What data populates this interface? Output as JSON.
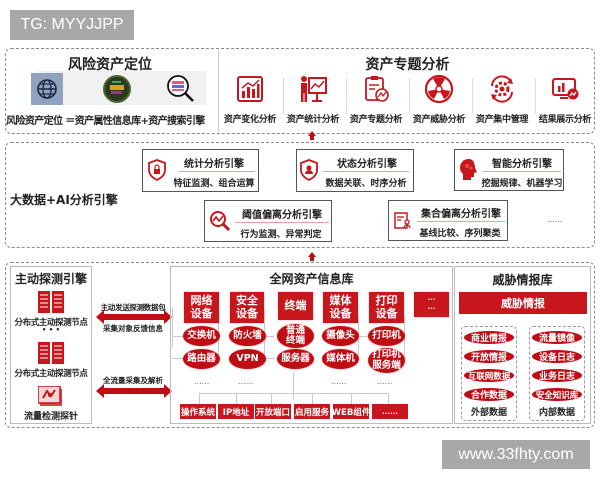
{
  "watermarks": {
    "top_left": "TG: MYYJJPP",
    "bottom_right": "www.33fhty.com"
  },
  "risk_location": {
    "title": "风险资产定位",
    "icons": [
      "globe-icon",
      "data-sphere-icon",
      "magnifier-list-icon"
    ],
    "formula": "风险资产定位 ＝资产属性信息库+资产搜索引擎"
  },
  "topic_analysis": {
    "title": "资产专题分析",
    "items": [
      {
        "label": "资产变化分析",
        "icon": "bar-chart-icon"
      },
      {
        "label": "资产统计分析",
        "icon": "presenter-chart-icon"
      },
      {
        "label": "资产专题分析",
        "icon": "clipboard-chart-icon"
      },
      {
        "label": "资产威胁分析",
        "icon": "hazard-icon"
      },
      {
        "label": "资产集中管理",
        "icon": "gear-cycle-icon"
      },
      {
        "label": "结果展示分析",
        "icon": "monitor-chart-icon"
      }
    ]
  },
  "ai_engine": {
    "title": "大数据+AI分析引擎",
    "engines": [
      {
        "title": "统计分析引擎",
        "sub": "特征监测、组合运算",
        "icon": "shield-lock-icon"
      },
      {
        "title": "状态分析引擎",
        "sub": "数据关联、时序分析",
        "icon": "shield-user-icon"
      },
      {
        "title": "智能分析引擎",
        "sub": "挖掘规律、机器学习",
        "icon": "brain-head-icon"
      },
      {
        "title": "阈值偏离分析引擎",
        "sub": "行为监测、异常判定",
        "icon": "magnifier-trend-icon"
      },
      {
        "title": "集合偏离分析引擎",
        "sub": "基线比较、序列聚类",
        "icon": "form-user-icon"
      }
    ],
    "more": "......"
  },
  "active_probe": {
    "title": "主动探测引擎",
    "nodes": [
      "分布式主动探测节点",
      "分布式主动探测节点"
    ],
    "ellipsis": "• • •",
    "probe": "流量检测探针",
    "arrows": {
      "top_label_1": "主动发送探测数据包",
      "top_label_2": "采集对象反馈信息",
      "bottom_label": "全流量采集及解析"
    }
  },
  "asset_library": {
    "title": "全网资产信息库",
    "categories": [
      {
        "label": "网络\n设备",
        "items": [
          "交换机",
          "路由器"
        ]
      },
      {
        "label": "安全\n设备",
        "items": [
          "防火墙",
          "VPN"
        ]
      },
      {
        "label": "终端",
        "items": [
          "普通\n终端",
          "服务器"
        ]
      },
      {
        "label": "媒体\n设备",
        "items": [
          "摄像头",
          "媒体机"
        ]
      },
      {
        "label": "打印\n设备",
        "items": [
          "打印机",
          "打印机\n服务端"
        ]
      },
      {
        "label": "···\n···",
        "items": []
      }
    ],
    "dots": [
      "......",
      "......",
      "......",
      "......"
    ],
    "attributes": [
      "操作系统",
      "IP地址",
      "开放端口",
      "启用服务",
      "WEB组件",
      "......"
    ]
  },
  "threat_library": {
    "title": "威胁情报库",
    "banner": "威胁情报",
    "external": {
      "items": [
        "商业情报",
        "开放情报",
        "互联网数据",
        "合作数据"
      ],
      "label": "外部数据"
    },
    "internal": {
      "items": [
        "流量镜像",
        "设备日志",
        "业务日志",
        "安全知识库"
      ],
      "label": "内部数据"
    }
  },
  "colors": {
    "accent": "#c8161d",
    "border": "#8a8a8a",
    "watermark_bg": "#a8a8a8"
  }
}
